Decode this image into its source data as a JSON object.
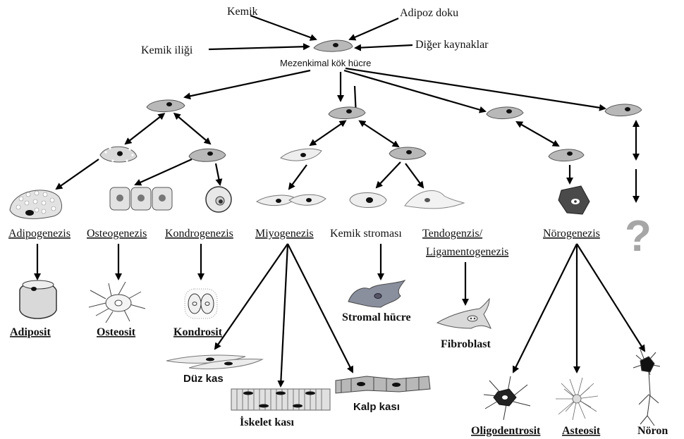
{
  "sources": {
    "kemik": "Kemik",
    "adipoz_doku": "Adipoz doku",
    "kemik_iligi": "Kemik iliği",
    "diger_kaynaklar": "Diğer kaynaklar"
  },
  "stem_cell_label": "Mezenkimal kök hücre",
  "processes": {
    "adipogenezis": "Adipogenezis",
    "osteogenezis": "Osteogenezis",
    "kondrogenezis": "Kondrogenezis",
    "miyogenezis": "Miyogenezis",
    "kemik_stromasi": "Kemik stroması",
    "tendogenezis": "Tendogenzis/",
    "ligamentogenezis": "Ligamentogenezis",
    "norogenezis": "Nörogenezis",
    "unknown": "?"
  },
  "products": {
    "adiposit": "Adiposit",
    "osteosit": "Osteosit",
    "kondrosit": "Kondrosit",
    "stromal_hucre": "Stromal hücre",
    "fibroblast": "Fibroblast",
    "duz_kas": "Düz kas",
    "iskelet_kasi": "İskelet kası",
    "kalp_kasi": "Kalp kası",
    "oligodentrosit": "Oligodentrosit",
    "asteosit": "Asteosit",
    "noron": "Nöron"
  },
  "colors": {
    "cell_fill": "#b8b8b8",
    "nucleus": "#111111",
    "question_mark": "#a6a6a6",
    "underline": "#d03030"
  }
}
